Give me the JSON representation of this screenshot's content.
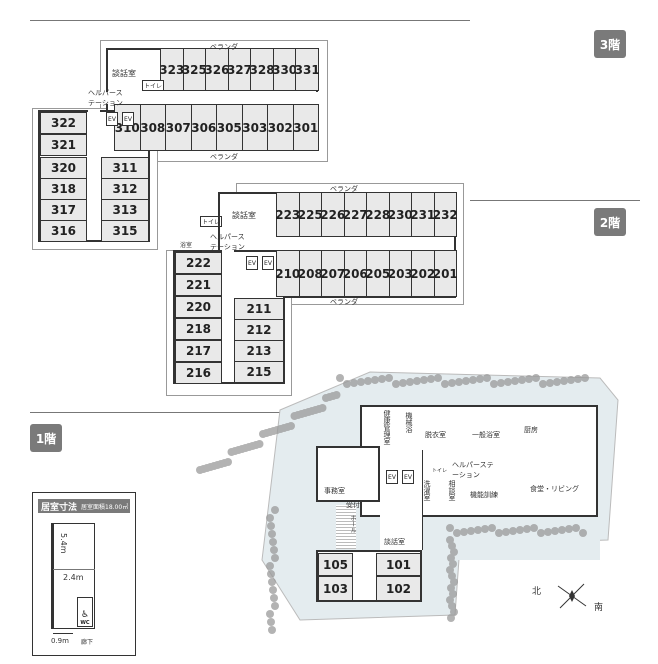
{
  "floors": {
    "f3": {
      "label": "3階",
      "rooms": [
        "323",
        "325",
        "326",
        "327",
        "328",
        "330",
        "331",
        "310",
        "308",
        "307",
        "306",
        "305",
        "303",
        "302",
        "301",
        "322",
        "321",
        "320",
        "318",
        "317",
        "316",
        "311",
        "312",
        "313",
        "315"
      ],
      "veranda_top": "ベランダ",
      "veranda_bottom": "ベランダ",
      "lounge": "談話室",
      "helper_station": "ヘルパーステーション",
      "toilet": "トイレ",
      "ev1": "EV",
      "ev2": "EV"
    },
    "f2": {
      "label": "2階",
      "rooms": [
        "223",
        "225",
        "226",
        "227",
        "228",
        "230",
        "231",
        "232",
        "210",
        "208",
        "207",
        "206",
        "205",
        "203",
        "202",
        "201",
        "222",
        "221",
        "220",
        "218",
        "217",
        "216",
        "211",
        "212",
        "213",
        "215"
      ],
      "veranda_top": "ベランダ",
      "veranda_bottom": "ベランダ",
      "lounge": "談話室",
      "helper_station": "ヘルパーステーション",
      "toilet": "トイレ",
      "bath": "浴室",
      "ev1": "EV",
      "ev2": "EV"
    },
    "f1": {
      "label": "1階",
      "rooms": [
        "105",
        "103",
        "101",
        "102"
      ],
      "health_room": "健康管理室",
      "machine_bath": "機械浴",
      "dressing_room": "脱衣室",
      "general_bath": "一般浴室",
      "kitchen": "厨房",
      "office": "事務室",
      "reception": "受付",
      "hall": "ホール",
      "helper_station": "ヘルパーステーション",
      "laundry": "洗濯室",
      "consultation": "相談室",
      "functional_training": "機能訓練",
      "dining_living": "食堂・リビング",
      "lounge": "談話室",
      "toilet": "トイレ",
      "ev1": "EV",
      "ev2": "EV",
      "north": "北",
      "south": "南"
    }
  },
  "legend": {
    "title": "居室寸法",
    "area": "居室面積18.00㎡",
    "depth": "5.4m",
    "width": "2.4m",
    "door": "0.9m",
    "corridor": "廊下",
    "wc": "WC"
  }
}
